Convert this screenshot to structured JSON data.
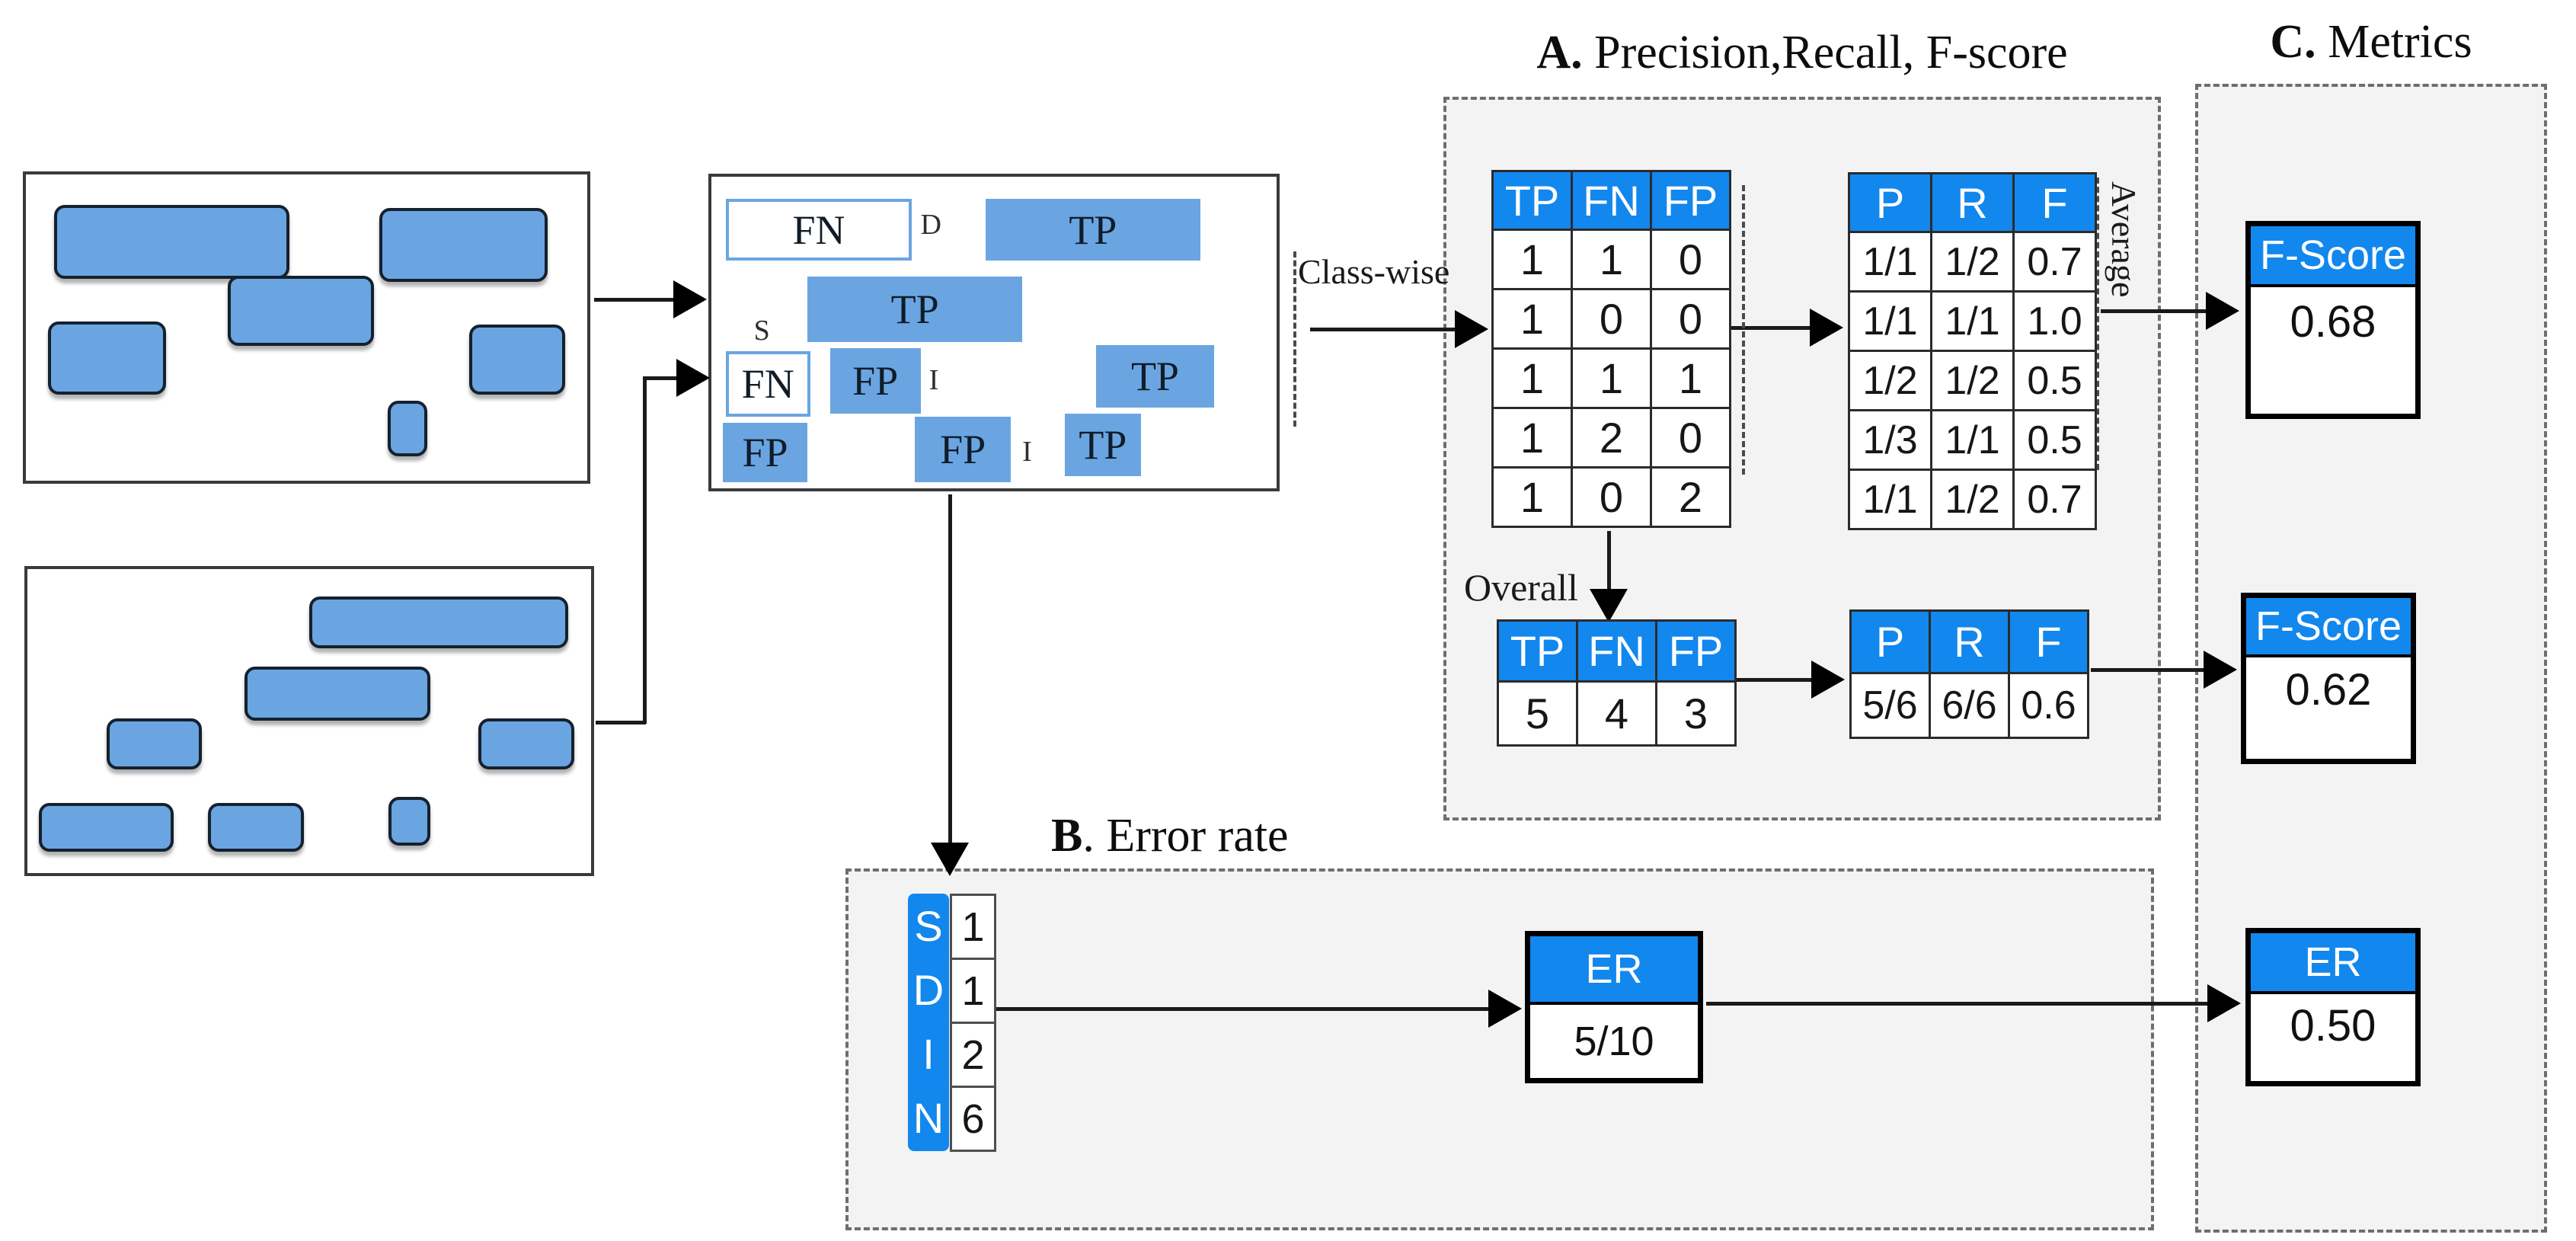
{
  "colors": {
    "accent_blue": "#1287ee",
    "segment_blue": "#6aa5e2",
    "section_background": "#f3f3f3"
  },
  "titles": {
    "a": {
      "prefix": "A.",
      "rest": " Precision,Recall, F-score"
    },
    "b": {
      "prefix": "B",
      "rest": ". Error rate"
    },
    "c": {
      "prefix": "C.",
      "rest": " Metrics"
    }
  },
  "labels": {
    "class_wise": "Class-wise",
    "overall": "Overall",
    "average": "Average"
  },
  "evaluation_overlay": {
    "segments": {
      "fn_top": "FN",
      "tp_top": "TP",
      "tp_mid": "TP",
      "fn_small": "FN",
      "fp_mid": "FP",
      "tp_right": "TP",
      "fp_bottom_left": "FP",
      "fp_bottom_mid": "FP",
      "tp_bottom": "TP"
    },
    "markers": {
      "d": "D",
      "s": "S",
      "i1": "I",
      "i2": "I"
    }
  },
  "tables": {
    "classwise_counts": {
      "headers": [
        "TP",
        "FN",
        "FP"
      ],
      "rows": [
        [
          "1",
          "1",
          "0"
        ],
        [
          "1",
          "0",
          "0"
        ],
        [
          "1",
          "1",
          "1"
        ],
        [
          "1",
          "2",
          "0"
        ],
        [
          "1",
          "0",
          "2"
        ]
      ]
    },
    "classwise_prf": {
      "headers": [
        "P",
        "R",
        "F"
      ],
      "rows": [
        [
          "1/1",
          "1/2",
          "0.7"
        ],
        [
          "1/1",
          "1/1",
          "1.0"
        ],
        [
          "1/2",
          "1/2",
          "0.5"
        ],
        [
          "1/3",
          "1/1",
          "0.5"
        ],
        [
          "1/1",
          "1/2",
          "0.7"
        ]
      ]
    },
    "overall_counts": {
      "headers": [
        "TP",
        "FN",
        "FP"
      ],
      "rows": [
        [
          "5",
          "4",
          "3"
        ]
      ]
    },
    "overall_prf": {
      "headers": [
        "P",
        "R",
        "F"
      ],
      "rows": [
        [
          "5/6",
          "6/6",
          "0.6"
        ]
      ]
    },
    "error_counts": {
      "row_headers": [
        "S",
        "D",
        "I",
        "N"
      ],
      "values": [
        "1",
        "1",
        "2",
        "6"
      ]
    }
  },
  "metric_boxes": {
    "er_intermediate": {
      "header": "ER",
      "value": "5/10"
    },
    "fscore_classwise": {
      "header": "F-Score",
      "value": "0.68"
    },
    "fscore_overall": {
      "header": "F-Score",
      "value": "0.62"
    },
    "er_final": {
      "header": "ER",
      "value": "0.50"
    }
  }
}
